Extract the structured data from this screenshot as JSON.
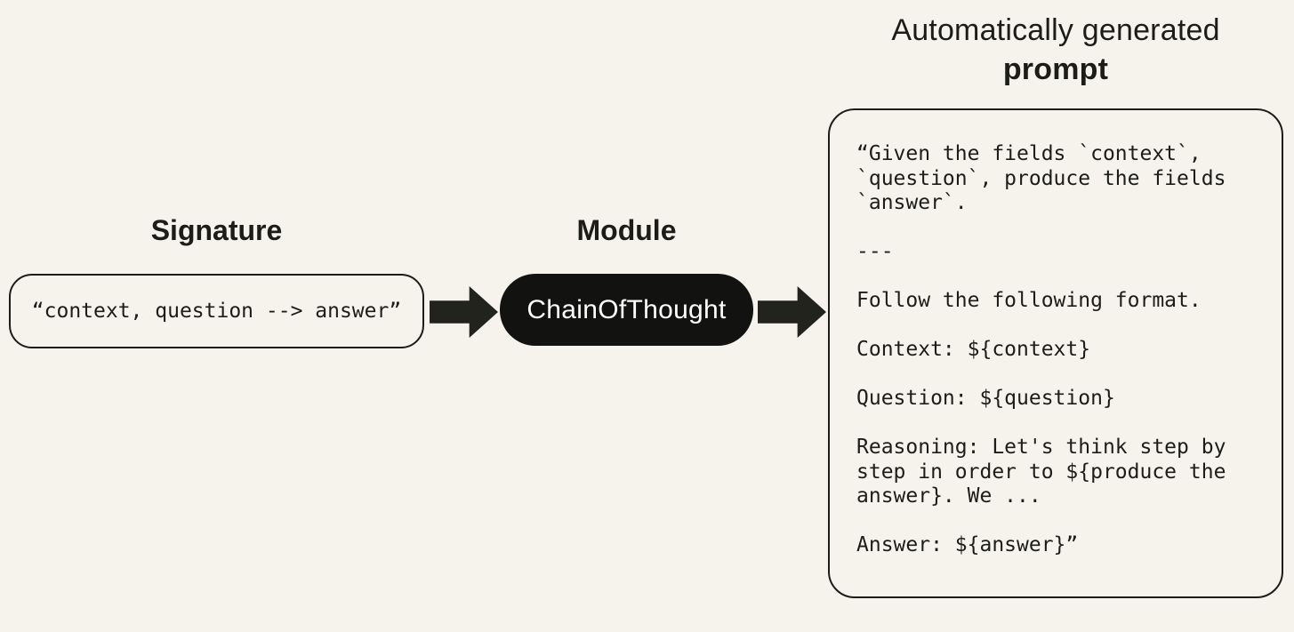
{
  "colors": {
    "background": "#f5f3ec",
    "ink": "#1d1d18",
    "pill_bg": "#121210",
    "pill_text": "#ffffff",
    "arrow": "#23231e"
  },
  "title": {
    "line1": "Automatically generated",
    "line2": "prompt"
  },
  "signature": {
    "heading": "Signature",
    "value": "“context, question --> answer”"
  },
  "module": {
    "heading": "Module",
    "label": "ChainOfThought"
  },
  "arrows": {
    "signature_to_module": "block-arrow-right",
    "module_to_prompt": "block-arrow-right"
  },
  "prompt": {
    "text": "“Given the fields `context`,\n`question`, produce the fields\n`answer`.\n\n---\n\nFollow the following format.\n\nContext: ${context}\n\nQuestion: ${question}\n\nReasoning: Let's think step by\nstep in order to ${produce the\nanswer}. We ...\n\nAnswer: ${answer}”"
  }
}
